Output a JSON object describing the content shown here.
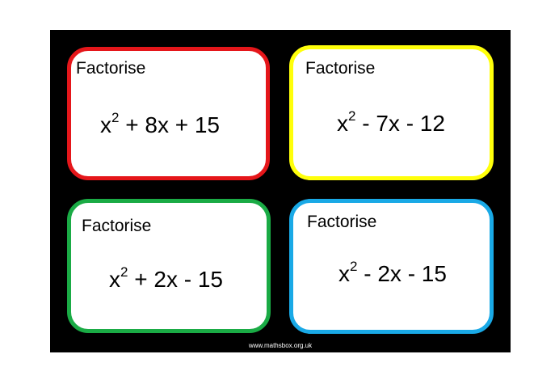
{
  "cards": [
    {
      "label": "Factorise",
      "expression": {
        "base": "x",
        "exponent": "2",
        "rest": " + 8x + 15"
      },
      "border_color": "#e5161a"
    },
    {
      "label": "Factorise",
      "expression": {
        "base": "x",
        "exponent": "2",
        "rest": " - 7x - 12"
      },
      "border_color": "#ffff0a"
    },
    {
      "label": "Factorise",
      "expression": {
        "base": "x",
        "exponent": "2",
        "rest": " + 2x - 15"
      },
      "border_color": "#1aab45"
    },
    {
      "label": "Factorise",
      "expression": {
        "base": "x",
        "exponent": "2",
        "rest": " - 2x - 15"
      },
      "border_color": "#19a9e6"
    }
  ],
  "footer": {
    "website": "www.mathsbox.org.uk"
  },
  "colors": {
    "board": "#000000",
    "card_fill": "#ffffff",
    "text": "#000000"
  }
}
